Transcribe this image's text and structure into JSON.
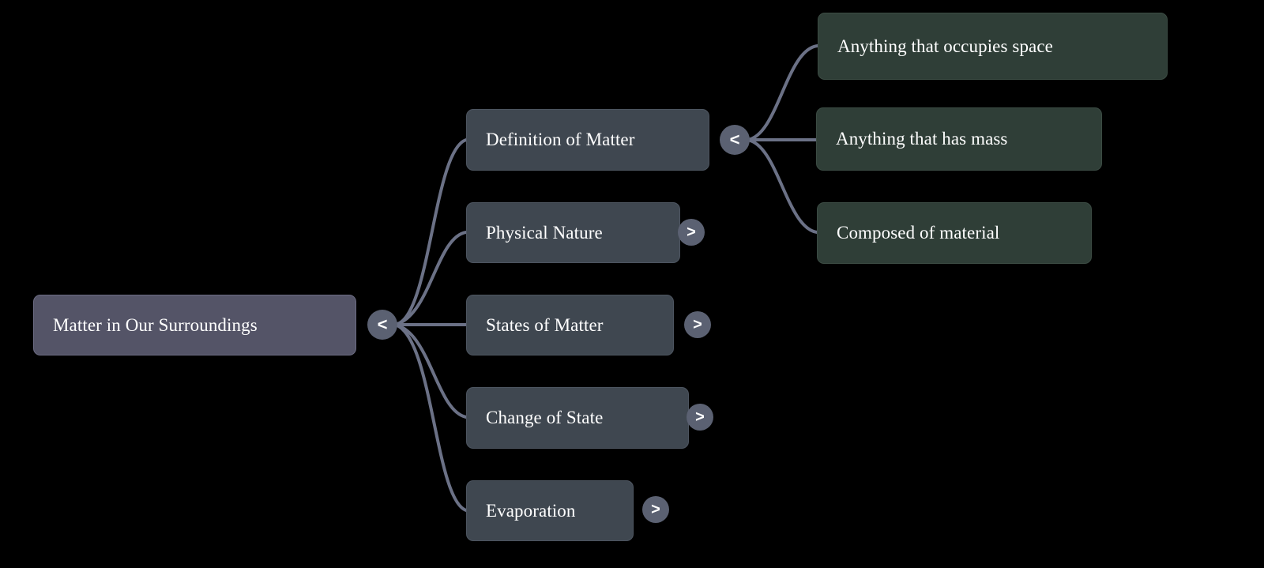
{
  "diagram": {
    "type": "mind-map",
    "background_color": "#000000",
    "colors": {
      "root_node": "#545467",
      "branch_node": "#3f4750",
      "leaf_node": "#2f3e37",
      "toggle_circle": "#5b6172",
      "edge_stroke": "#6b7186",
      "text": "#ffffff"
    },
    "root": {
      "label": "Matter in Our Surroundings",
      "toggle": "<",
      "toggle_state": "expanded"
    },
    "branches": [
      {
        "label": "Definition of Matter",
        "toggle": "<",
        "toggle_state": "expanded"
      },
      {
        "label": "Physical Nature",
        "toggle": ">",
        "toggle_state": "collapsed"
      },
      {
        "label": "States of Matter",
        "toggle": ">",
        "toggle_state": "collapsed"
      },
      {
        "label": "Change of State",
        "toggle": ">",
        "toggle_state": "collapsed"
      },
      {
        "label": "Evaporation",
        "toggle": ">",
        "toggle_state": "collapsed"
      }
    ],
    "leaves": [
      {
        "label": "Anything that occupies space",
        "parent": "Definition of Matter"
      },
      {
        "label": "Anything that has mass",
        "parent": "Definition of Matter"
      },
      {
        "label": "Composed of material",
        "parent": "Definition of Matter"
      }
    ]
  }
}
